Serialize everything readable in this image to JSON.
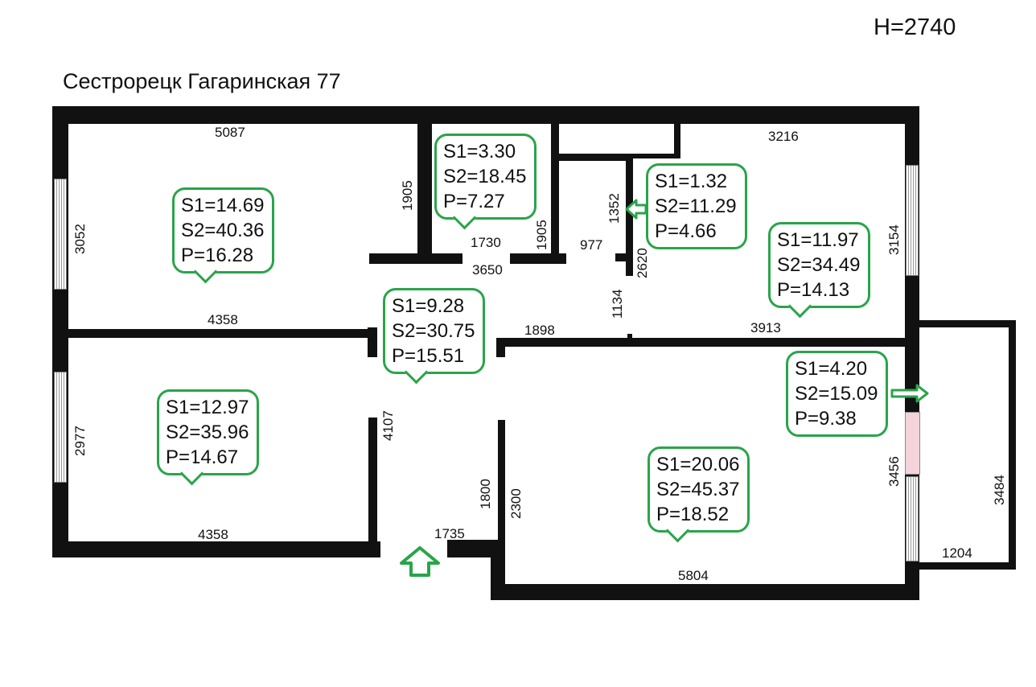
{
  "header": {
    "title": "Сестрорецк Гагаринская 77",
    "height": "H=2740"
  },
  "rooms": [
    {
      "id": "room-top-left",
      "s1": "S1=14.69",
      "s2": "S2=40.36",
      "p": "P=16.28"
    },
    {
      "id": "room-bathroom",
      "s1": "S1=3.30",
      "s2": "S2=18.45",
      "p": "P=7.27"
    },
    {
      "id": "room-wc",
      "s1": "S1=1.32",
      "s2": "S2=11.29",
      "p": "P=4.66"
    },
    {
      "id": "room-top-right",
      "s1": "S1=11.97",
      "s2": "S2=34.49",
      "p": "P=14.13"
    },
    {
      "id": "room-hall",
      "s1": "S1=9.28",
      "s2": "S2=30.75",
      "p": "P=15.51"
    },
    {
      "id": "room-bottom-left",
      "s1": "S1=12.97",
      "s2": "S2=35.96",
      "p": "P=14.67"
    },
    {
      "id": "room-balcony",
      "s1": "S1=4.20",
      "s2": "S2=15.09",
      "p": "P=9.38"
    },
    {
      "id": "room-living",
      "s1": "S1=20.06",
      "s2": "S2=45.37",
      "p": "P=18.52"
    }
  ],
  "dimensions": {
    "d5087": "5087",
    "d3052": "3052",
    "d1905a": "1905",
    "d1905b": "1905",
    "d1730": "1730",
    "d3650": "3650",
    "d977": "977",
    "d1352": "1352",
    "d2620": "2620",
    "d1134": "1134",
    "d3216": "3216",
    "d3154": "3154",
    "d3913": "3913",
    "d4358a": "4358",
    "d1898": "1898",
    "d2977": "2977",
    "d4107": "4107",
    "d1800": "1800",
    "d2300": "2300",
    "d1735": "1735",
    "d4358b": "4358",
    "d5804": "5804",
    "d3456": "3456",
    "d3484": "3484",
    "d1204": "1204"
  },
  "colors": {
    "wall": "#111111",
    "label_border": "#2aa44a",
    "radiator": "#f4d3da"
  },
  "icons": {
    "entrance": "arrow-up-icon",
    "wc_door": "arrow-left-icon",
    "balcony_door": "arrow-right-icon"
  }
}
